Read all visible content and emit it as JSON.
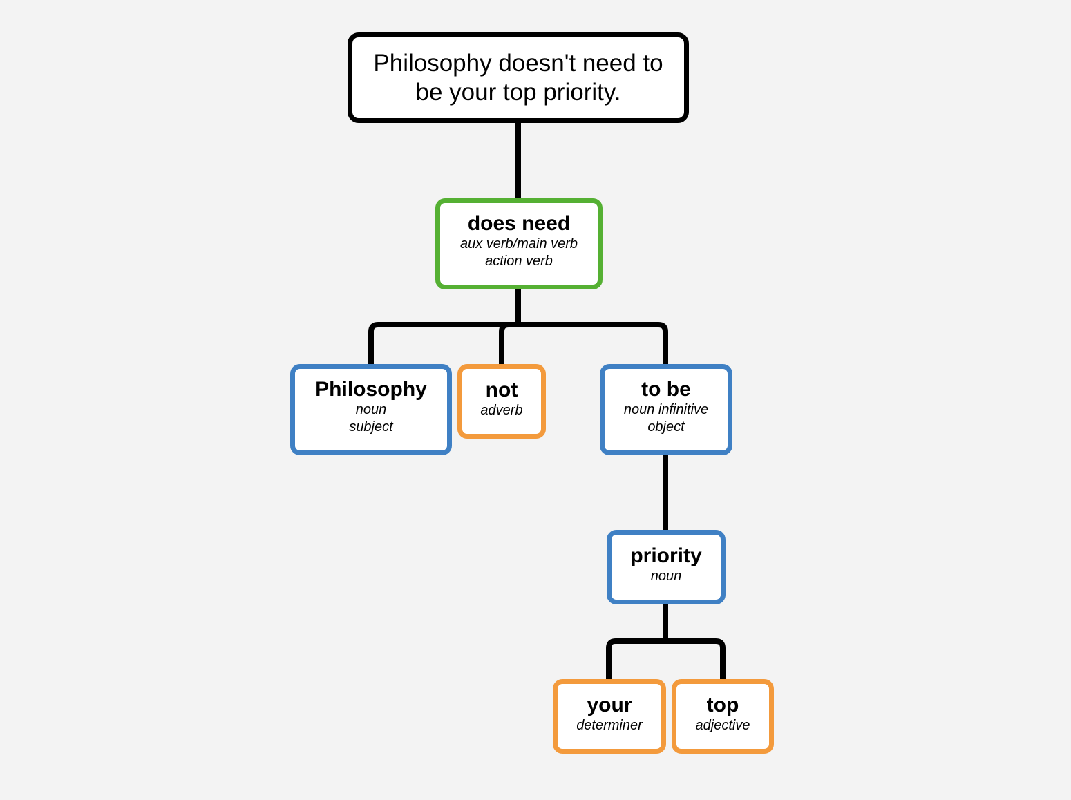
{
  "diagram": {
    "sentence": "Philosophy doesn't need to be your top priority.",
    "nodes": {
      "verb": {
        "word": "does need",
        "tags": [
          "aux verb/main verb",
          "action verb"
        ],
        "color": "#55b033"
      },
      "subject": {
        "word": "Philosophy",
        "tags": [
          "noun",
          "subject"
        ],
        "color": "#3f80c4"
      },
      "negation": {
        "word": "not",
        "tags": [
          "adverb"
        ],
        "color": "#f39a3c"
      },
      "object": {
        "word": "to be",
        "tags": [
          "noun infinitive",
          "object"
        ],
        "color": "#3f80c4"
      },
      "priority": {
        "word": "priority",
        "tags": [
          "noun"
        ],
        "color": "#3f80c4"
      },
      "your": {
        "word": "your",
        "tags": [
          "determiner"
        ],
        "color": "#f39a3c"
      },
      "top": {
        "word": "top",
        "tags": [
          "adjective"
        ],
        "color": "#f39a3c"
      }
    },
    "line_color": "#000000",
    "background_color": "#f3f3f3"
  }
}
